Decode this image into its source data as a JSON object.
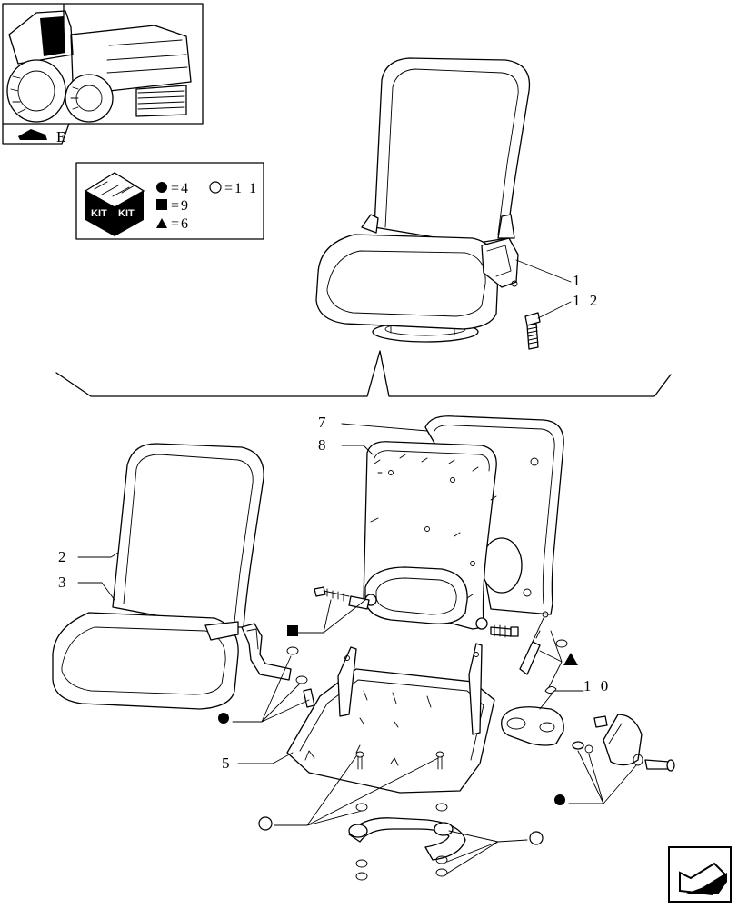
{
  "diagram": {
    "kit_legend": {
      "logo_text_left": "KIT",
      "logo_text_right": "KIT",
      "entries": [
        {
          "symbol": "filled-circle",
          "text": "=4"
        },
        {
          "symbol": "open-circle",
          "text": "=1 1"
        },
        {
          "symbol": "filled-square",
          "text": "=9"
        },
        {
          "symbol": "filled-triangle",
          "text": "=6"
        }
      ]
    },
    "thumbnail_tab_letter": "E",
    "part_labels": {
      "p1": "1",
      "p12": "1 2",
      "p7": "7",
      "p8": "8",
      "p2": "2",
      "p3": "3",
      "p10": "1 0",
      "p5": "5"
    },
    "icons": {
      "nav_arrow": "back-arrow-icon",
      "tractor": "tractor-thumbnail",
      "kit_box": "kit-box-icon"
    }
  }
}
